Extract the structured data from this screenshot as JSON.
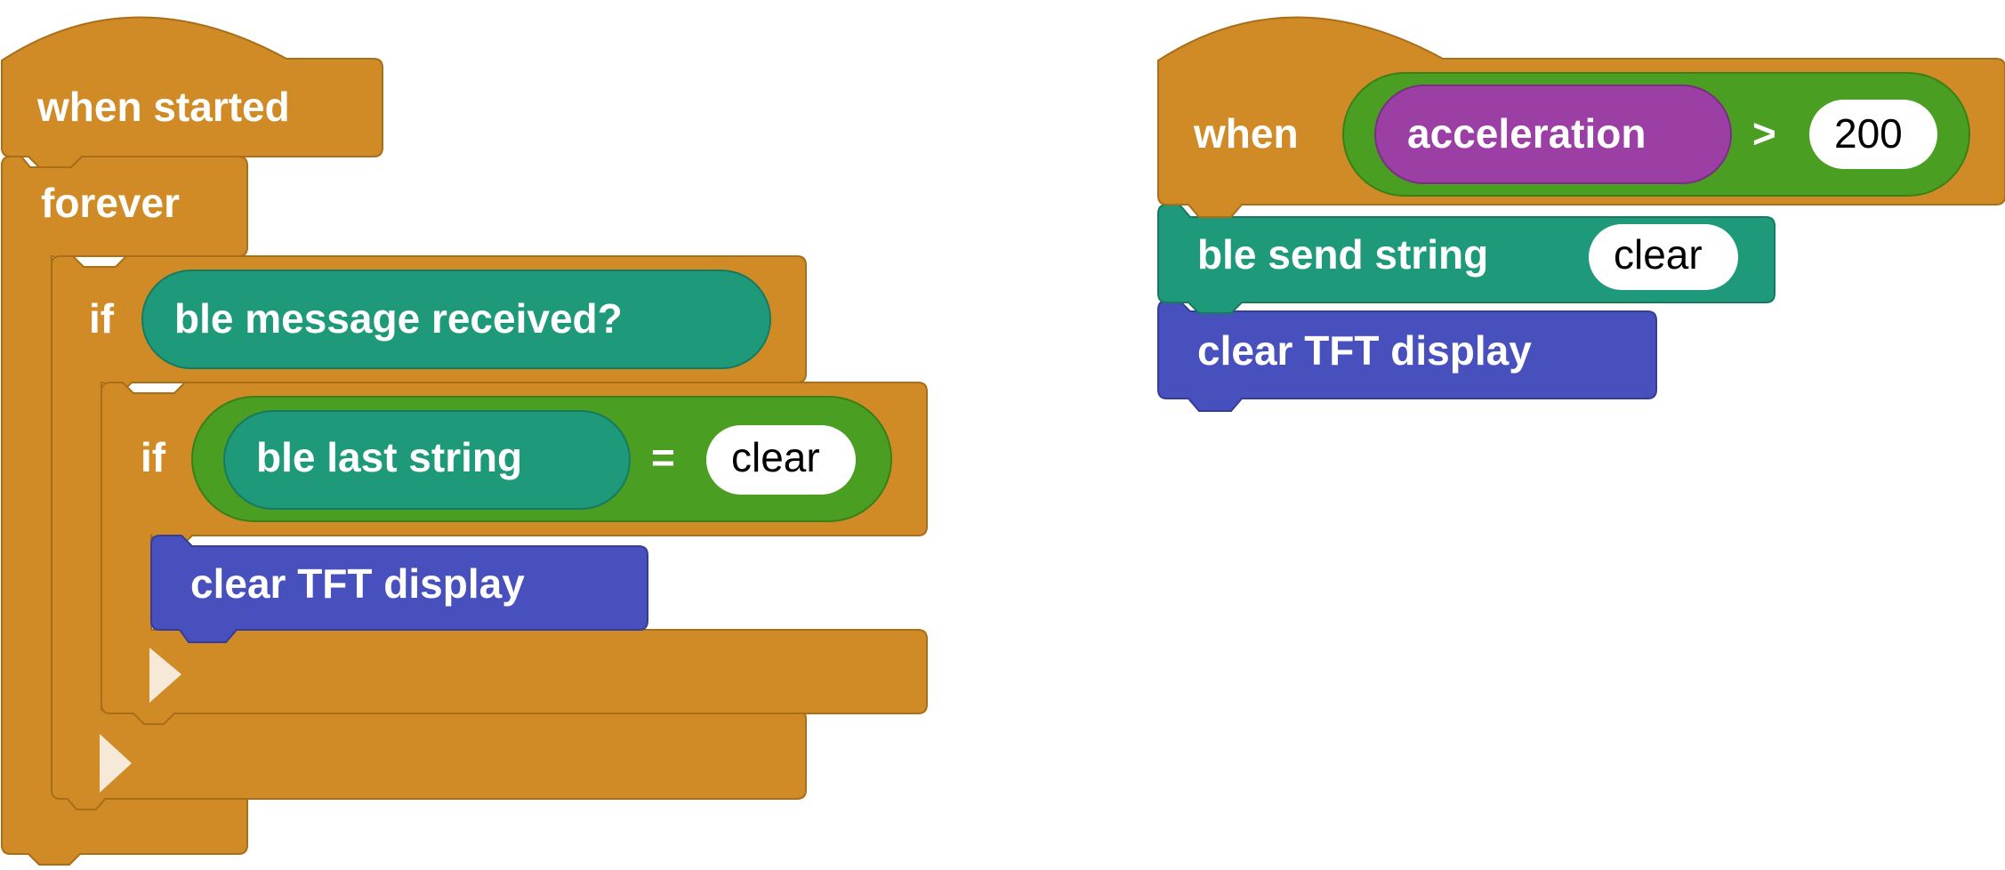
{
  "colors": {
    "control": "#D08B27",
    "control_edge": "#A86E18",
    "ble": "#1E9A7A",
    "ble_edge": "#177A60",
    "operator": "#4A9E22",
    "operator_edge": "#3A7F18",
    "sensor": "#9B3FA4",
    "sensor_edge": "#7A2F82",
    "display": "#4850BE",
    "display_edge": "#363D96",
    "literal": "#FFFFFF",
    "arrow": "#F6E9D8"
  },
  "script1": {
    "hat_label": "when started",
    "forever_label": "forever",
    "if_outer": {
      "keyword": "if",
      "condition": "ble message received?"
    },
    "if_inner": {
      "keyword": "if",
      "reporter": "ble last string",
      "operator": "=",
      "literal": "clear"
    },
    "command": "clear TFT display"
  },
  "script2": {
    "hat_keyword": "when",
    "reporter": "acceleration",
    "operator": ">",
    "literal": "200",
    "send_label": "ble send string",
    "send_literal": "clear",
    "command": "clear TFT display"
  }
}
